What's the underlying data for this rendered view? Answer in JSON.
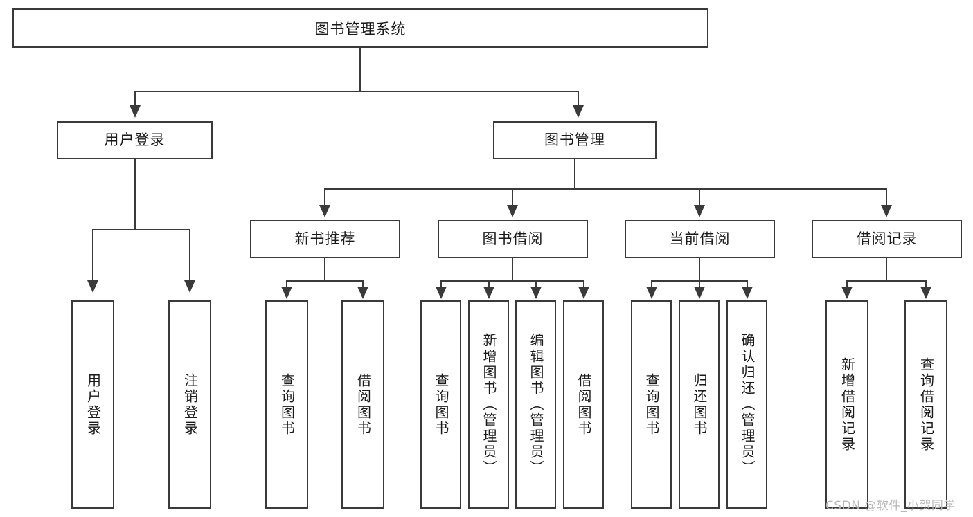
{
  "diagram": {
    "title": "图书管理系统",
    "type": "tree",
    "watermark": "CSDN @软件_小贺同学",
    "colors": {
      "stroke": "#3a3a3a",
      "fill": "#ffffff",
      "text": "#1a1a1a",
      "watermark": "#b9b9b9"
    },
    "root": {
      "label": "图书管理系统"
    },
    "level2": [
      {
        "label": "用户登录"
      },
      {
        "label": "图书管理"
      }
    ],
    "level3": [
      {
        "label": "新书推荐"
      },
      {
        "label": "图书借阅"
      },
      {
        "label": "当前借阅"
      },
      {
        "label": "借阅记录"
      }
    ],
    "leaves": {
      "user_login": [
        {
          "label": "用户登录"
        },
        {
          "label": "注销登录"
        }
      ],
      "new_book_recommend": [
        {
          "label": "查询图书"
        },
        {
          "label": "借阅图书"
        }
      ],
      "book_borrow": [
        {
          "label": "查询图书"
        },
        {
          "label": "新增图书（管理员）"
        },
        {
          "label": "编辑图书（管理员）"
        },
        {
          "label": "借阅图书"
        }
      ],
      "current_borrow": [
        {
          "label": "查询图书"
        },
        {
          "label": "归还图书"
        },
        {
          "label": "确认归还（管理员）"
        }
      ],
      "borrow_record": [
        {
          "label": "新增借阅记录"
        },
        {
          "label": "查询借阅记录"
        }
      ]
    }
  }
}
